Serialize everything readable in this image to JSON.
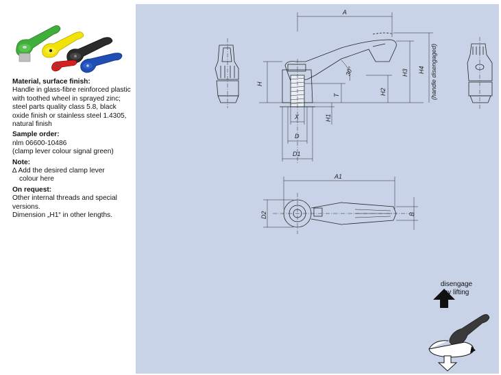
{
  "left_panel": {
    "photo": {
      "icon": "product-photo-colored-clamp-levers",
      "colors": [
        "#3fae3a",
        "#f2e20a",
        "#2b2b2b",
        "#d62020",
        "#1f4fb3"
      ]
    },
    "material_heading": "Material, surface finish:",
    "material_lines": [
      "Handle in glass-fibre reinforced plastic",
      "with toothed wheel in sprayed zinc;",
      "steel parts quality class 5.8, black",
      "oxide finish or stainless steel 1.4305,",
      "natural finish"
    ],
    "sample_heading": "Sample order:",
    "sample_lines": [
      "nlm 06600-10486",
      "(clamp lever colour signal green)"
    ],
    "note_heading": "Note:",
    "note_lines": [
      "∆ Add the desired clamp lever"
    ],
    "note_indent": "colour here",
    "request_heading": "On request:",
    "request_lines": [
      "Other internal threads and special",
      "versions.",
      "Dimension „H1“ in other lengths."
    ]
  },
  "drawing": {
    "background": "#c9d3e8",
    "labels": {
      "A": "A",
      "H": "H",
      "H1": "H1",
      "H2": "H2",
      "H3": "H3",
      "H4": "H4",
      "H4_note": "(handle disengaged)",
      "T": "T",
      "X": "X",
      "D": "D",
      "D1": "D1",
      "D2": "D2",
      "A1": "A1",
      "B": "B",
      "angle": "30°"
    },
    "disengage_line1": "disengage",
    "disengage_line2": "by lifting"
  }
}
